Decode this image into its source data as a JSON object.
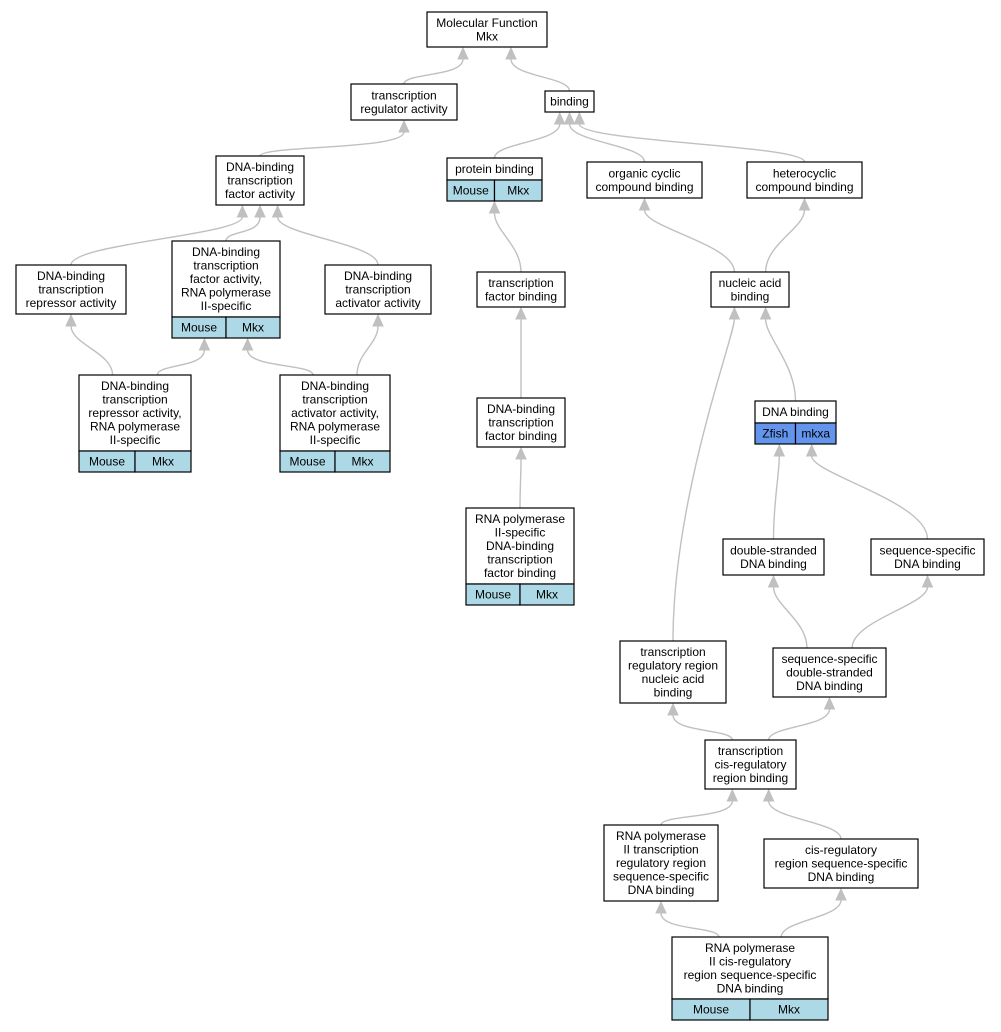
{
  "colors": {
    "mouse_cell": "#add8e6",
    "zfish_cell": "#6495ed",
    "edge": "#c0c0c0"
  },
  "nodes": {
    "mf": {
      "lines": [
        "Molecular Function",
        "Mkx"
      ]
    },
    "tra": {
      "lines": [
        "transcription",
        "regulator activity"
      ]
    },
    "bind": {
      "lines": [
        "binding"
      ]
    },
    "dbtfa": {
      "lines": [
        "DNA-binding",
        "transcription",
        "factor activity"
      ]
    },
    "pbind": {
      "lines": [
        "protein binding"
      ],
      "cells": [
        [
          "Mouse",
          "mouse"
        ],
        [
          "Mkx",
          "mouse"
        ]
      ]
    },
    "ocb": {
      "lines": [
        "organic cyclic",
        "compound binding"
      ]
    },
    "hcb": {
      "lines": [
        "heterocyclic",
        "compound binding"
      ]
    },
    "dbtra": {
      "lines": [
        "DNA-binding",
        "transcription",
        "repressor activity"
      ]
    },
    "dbtfa2": {
      "lines": [
        "DNA-binding",
        "transcription",
        "factor activity,",
        "RNA polymerase",
        "II-specific"
      ],
      "cells": [
        [
          "Mouse",
          "mouse"
        ],
        [
          "Mkx",
          "mouse"
        ]
      ]
    },
    "dbtaa": {
      "lines": [
        "DNA-binding",
        "transcription",
        "activator activity"
      ]
    },
    "tfb": {
      "lines": [
        "transcription",
        "factor binding"
      ]
    },
    "nab": {
      "lines": [
        "nucleic acid",
        "binding"
      ]
    },
    "dbtra2": {
      "lines": [
        "DNA-binding",
        "transcription",
        "repressor activity,",
        "RNA polymerase",
        "II-specific"
      ],
      "cells": [
        [
          "Mouse",
          "mouse"
        ],
        [
          "Mkx",
          "mouse"
        ]
      ]
    },
    "dbtaa2": {
      "lines": [
        "DNA-binding",
        "transcription",
        "activator activity,",
        "RNA polymerase",
        "II-specific"
      ],
      "cells": [
        [
          "Mouse",
          "mouse"
        ],
        [
          "Mkx",
          "mouse"
        ]
      ]
    },
    "dbtfb": {
      "lines": [
        "DNA-binding",
        "transcription",
        "factor binding"
      ]
    },
    "dnab": {
      "lines": [
        "DNA binding"
      ],
      "cells": [
        [
          "Zfish",
          "zfish"
        ],
        [
          "mkxa",
          "zfish"
        ]
      ]
    },
    "rnap2": {
      "lines": [
        "RNA polymerase",
        "II-specific",
        "DNA-binding",
        "transcription",
        "factor binding"
      ],
      "cells": [
        [
          "Mouse",
          "mouse"
        ],
        [
          "Mkx",
          "mouse"
        ]
      ]
    },
    "dsdna": {
      "lines": [
        "double-stranded",
        "DNA binding"
      ]
    },
    "ssdna": {
      "lines": [
        "sequence-specific",
        "DNA binding"
      ]
    },
    "trrnab": {
      "lines": [
        "transcription",
        "regulatory region",
        "nucleic acid",
        "binding"
      ]
    },
    "ssdsdna": {
      "lines": [
        "sequence-specific",
        "double-stranded",
        "DNA binding"
      ]
    },
    "tcrrb": {
      "lines": [
        "transcription",
        "cis-regulatory",
        "region binding"
      ]
    },
    "rnap2trr": {
      "lines": [
        "RNA polymerase",
        "II transcription",
        "regulatory region",
        "sequence-specific",
        "DNA binding"
      ]
    },
    "crrss": {
      "lines": [
        "cis-regulatory",
        "region sequence-specific",
        "DNA binding"
      ]
    },
    "rnap2crr": {
      "lines": [
        "RNA polymerase",
        "II cis-regulatory",
        "region sequence-specific",
        "DNA binding"
      ],
      "cells": [
        [
          "Mouse",
          "mouse"
        ],
        [
          "Mkx",
          "mouse"
        ]
      ]
    }
  },
  "edges": [
    [
      "tra",
      "mf"
    ],
    [
      "bind",
      "mf"
    ],
    [
      "dbtfa",
      "tra"
    ],
    [
      "pbind",
      "bind"
    ],
    [
      "ocb",
      "bind"
    ],
    [
      "hcb",
      "bind"
    ],
    [
      "dbtra",
      "dbtfa"
    ],
    [
      "dbtfa2",
      "dbtfa"
    ],
    [
      "dbtaa",
      "dbtfa"
    ],
    [
      "tfb",
      "pbind"
    ],
    [
      "nab",
      "ocb"
    ],
    [
      "nab",
      "hcb"
    ],
    [
      "dbtra2",
      "dbtra"
    ],
    [
      "dbtra2",
      "dbtfa2"
    ],
    [
      "dbtaa2",
      "dbtfa2"
    ],
    [
      "dbtaa2",
      "dbtaa"
    ],
    [
      "dbtfb",
      "tfb"
    ],
    [
      "dnab",
      "nab"
    ],
    [
      "rnap2",
      "dbtfb"
    ],
    [
      "dsdna",
      "dnab"
    ],
    [
      "ssdna",
      "dnab"
    ],
    [
      "trrnab",
      "nab"
    ],
    [
      "ssdsdna",
      "dsdna"
    ],
    [
      "ssdsdna",
      "ssdna"
    ],
    [
      "tcrrb",
      "trrnab"
    ],
    [
      "tcrrb",
      "ssdsdna"
    ],
    [
      "rnap2trr",
      "tcrrb"
    ],
    [
      "crrss",
      "tcrrb"
    ],
    [
      "rnap2crr",
      "rnap2trr"
    ],
    [
      "rnap2crr",
      "crrss"
    ]
  ]
}
